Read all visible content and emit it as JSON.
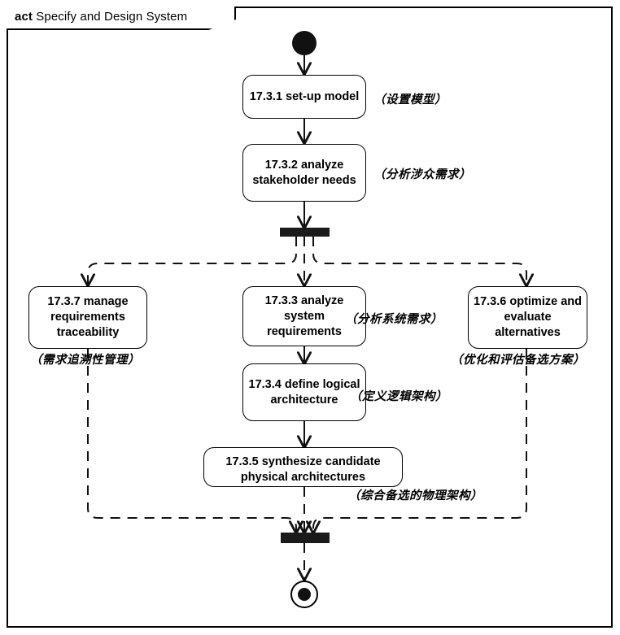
{
  "diagram": {
    "frame_keyword": "act",
    "frame_title": "Specify and Design System",
    "type": "uml-activity-diagram",
    "accent_color": "#000000",
    "background_color": "#ffffff"
  },
  "nodes": {
    "initial": {
      "name": "initial-node",
      "label": ""
    },
    "final": {
      "name": "activity-final-node",
      "label": ""
    },
    "fork": {
      "label": ""
    },
    "join": {
      "label": ""
    },
    "a1": {
      "label": "17.3.1 set-up model",
      "annotation": "（设置模型）"
    },
    "a2": {
      "label": "17.3.2 analyze stakeholder needs",
      "annotation": "（分析涉众需求）"
    },
    "a3": {
      "label": "17.3.3 analyze system requirements",
      "annotation": "（分析系统需求）"
    },
    "a4": {
      "label": "17.3.4 define logical architecture",
      "annotation": "（定义逻辑架构）"
    },
    "a5": {
      "label": "17.3.5 synthesize candidate physical architectures",
      "annotation": "（综合备选的物理架构）"
    },
    "a6": {
      "label": "17.3.6 optimize and evaluate alternatives",
      "annotation": "（优化和评估备选方案）"
    },
    "a7": {
      "label": "17.3.7 manage requirements traceability",
      "annotation": "（需求追溯性管理）"
    }
  },
  "edges": [
    {
      "from": "initial",
      "to": "a1",
      "style": "solid"
    },
    {
      "from": "a1",
      "to": "a2",
      "style": "solid"
    },
    {
      "from": "a2",
      "to": "fork",
      "style": "solid"
    },
    {
      "from": "fork",
      "to": "a7",
      "style": "dashed"
    },
    {
      "from": "fork",
      "to": "a3",
      "style": "dashed"
    },
    {
      "from": "fork",
      "to": "a6",
      "style": "dashed"
    },
    {
      "from": "a3",
      "to": "a4",
      "style": "solid"
    },
    {
      "from": "a4",
      "to": "a5",
      "style": "solid"
    },
    {
      "from": "a7",
      "to": "join",
      "style": "dashed"
    },
    {
      "from": "a5",
      "to": "join",
      "style": "dashed"
    },
    {
      "from": "a6",
      "to": "join",
      "style": "dashed"
    },
    {
      "from": "join",
      "to": "final",
      "style": "dashed"
    }
  ]
}
